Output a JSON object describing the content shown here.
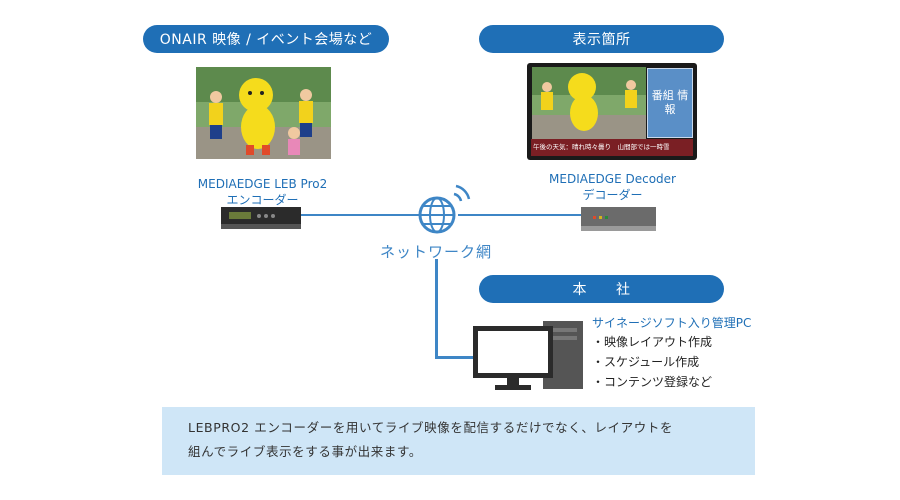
{
  "headers": {
    "source": "ONAIR 映像 / イベント会場など",
    "display": "表示箇所",
    "hq": "本　　社"
  },
  "encoder": {
    "line1": "MEDIAEDGE  LEB Pro2",
    "line2": "エンコーダー"
  },
  "decoder": {
    "line1": "MEDIAEDGE Decoder",
    "line2": "デコーダー"
  },
  "network_label": "ネットワーク網",
  "screen": {
    "side_panel": "番組 情報",
    "ticker": "午後の天気：晴れ時々曇り　山間部では一時雪"
  },
  "pc": {
    "title": "サイネージソフト入り管理PC",
    "items": [
      "・映像レイアウト作成",
      "・スケジュール作成",
      "・コンテンツ登録など"
    ]
  },
  "note": {
    "line1": "LEBPRO2 エンコーダーを用いてライブ映像を配信するだけでなく、レイアウトを",
    "line2": "組んでライブ表示をする事が出来ます。"
  },
  "colors": {
    "accent": "#1f6fb6",
    "line": "#3e86c6",
    "note_bg": "#cfe6f7"
  }
}
